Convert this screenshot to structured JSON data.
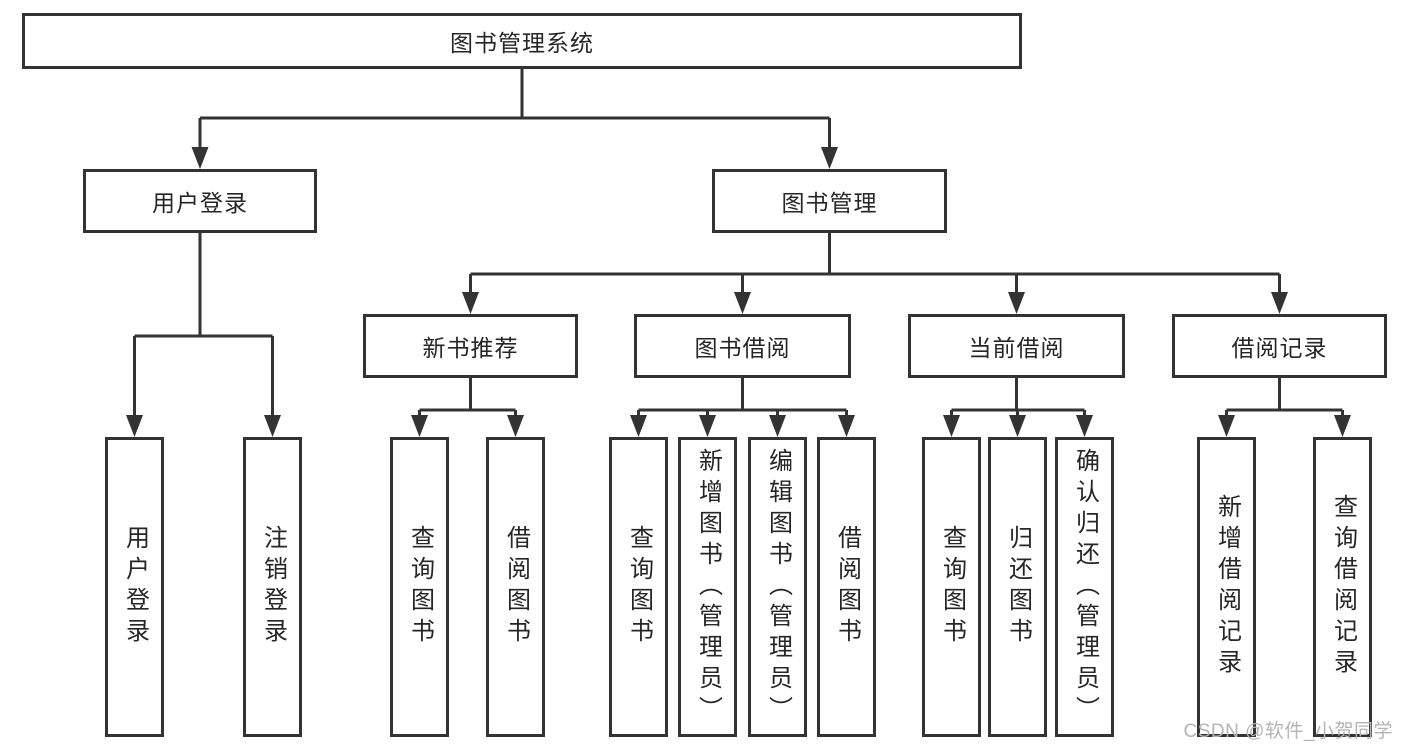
{
  "diagram_title": "图书管理系统",
  "tree": {
    "label": "图书管理系统",
    "children": [
      {
        "label": "用户登录",
        "children": [
          {
            "label": "用户登录"
          },
          {
            "label": "注销登录"
          }
        ]
      },
      {
        "label": "图书管理",
        "children": [
          {
            "label": "新书推荐",
            "children": [
              {
                "label": "查询图书"
              },
              {
                "label": "借阅图书"
              }
            ]
          },
          {
            "label": "图书借阅",
            "children": [
              {
                "label": "查询图书"
              },
              {
                "label": "新增图书（管理员）"
              },
              {
                "label": "编辑图书（管理员）"
              },
              {
                "label": "借阅图书"
              }
            ]
          },
          {
            "label": "当前借阅",
            "children": [
              {
                "label": "查询图书"
              },
              {
                "label": "归还图书"
              },
              {
                "label": "确认归还（管理员）"
              }
            ]
          },
          {
            "label": "借阅记录",
            "children": [
              {
                "label": "新增借阅记录"
              },
              {
                "label": "查询借阅记录"
              }
            ]
          }
        ]
      }
    ]
  },
  "watermark": {
    "text": "CSDN @软件_小贺同学"
  },
  "colors": {
    "line": "#333333",
    "box_border": "#333333",
    "text": "#262626",
    "watermark_text": "#b5b5b5",
    "background": "#ffffff"
  }
}
